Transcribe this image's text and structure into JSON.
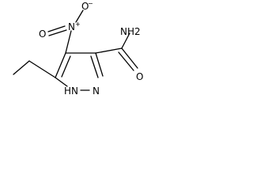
{
  "molecule": {
    "labels": {
      "nitro_o_top": "O",
      "nitro_o_top_charge": "−",
      "nitro_n": "N",
      "nitro_n_charge": "+",
      "nitro_o_left": "O",
      "amide_nh2": "NH2",
      "amide_o": "O",
      "ring_n1": "N",
      "ring_nh": "HN"
    }
  }
}
